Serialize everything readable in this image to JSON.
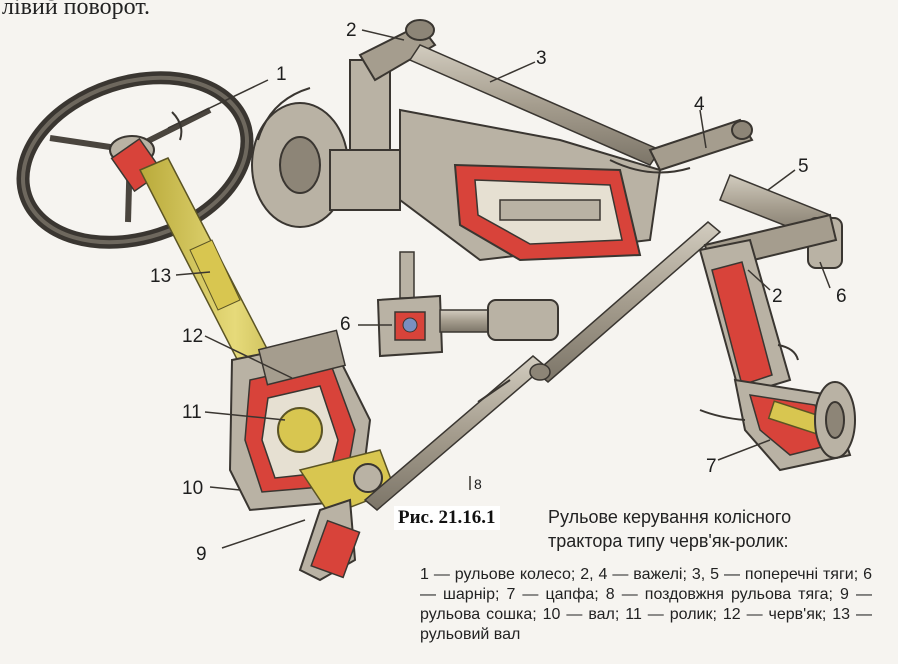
{
  "header_text": "лівий поворот.",
  "callouts": [
    {
      "id": "wheel",
      "text": "1"
    },
    {
      "id": "lever-top",
      "text": "2"
    },
    {
      "id": "tie-rod-top",
      "text": "3"
    },
    {
      "id": "lever-4",
      "text": "4"
    },
    {
      "id": "tie-rod-5",
      "text": "5"
    },
    {
      "id": "joint-right",
      "text": "6"
    },
    {
      "id": "lever-right",
      "text": "2"
    },
    {
      "id": "hub",
      "text": "7"
    },
    {
      "id": "drag-link",
      "text": "8"
    },
    {
      "id": "sector-arm",
      "text": "9"
    },
    {
      "id": "shaft-10",
      "text": "10"
    },
    {
      "id": "roller",
      "text": "11"
    },
    {
      "id": "worm",
      "text": "12"
    },
    {
      "id": "steering-shaft",
      "text": "13"
    },
    {
      "id": "joint-detail",
      "text": "6"
    }
  ],
  "figure": {
    "label": "Рис. 21.16.1",
    "title": "Рульове керування колісного трактора типу черв'як-ролик:",
    "legend": "1 — рульове колесо; 2, 4 — важелі; 3, 5 — поперечні тяги; 6 — шарнір; 7 — цапфа; 8 — поздовжня рульова тяга; 9 — рульова сошка; 10 — вал; 11 — ролик; 12 — черв'як; 13 — рульовий вал"
  },
  "colors": {
    "metal": "#b9b2a4",
    "shadow": "#8d8577",
    "cutaway": "#d8433a",
    "shaft": "#d8c650",
    "ink": "#3a3631"
  }
}
